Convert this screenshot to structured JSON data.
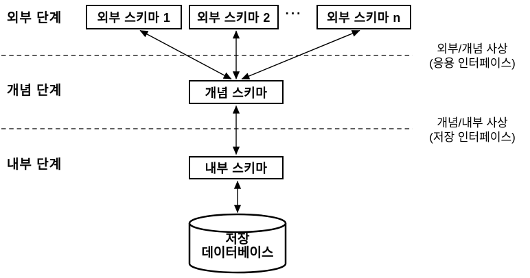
{
  "diagram": {
    "background": "#ffffff",
    "line_color": "#000000",
    "levels": [
      {
        "label": "외부 단계"
      },
      {
        "label": "개념 단계"
      },
      {
        "label": "내부 단계"
      }
    ],
    "external_schemas": [
      {
        "label": "외부 스키마 1"
      },
      {
        "label": "외부 스키마 2"
      },
      {
        "label": "외부 스키마 n"
      }
    ],
    "ellipsis": "···",
    "conceptual_schema": {
      "label": "개념 스키마"
    },
    "internal_schema": {
      "label": "내부 스키마"
    },
    "database": {
      "line1": "저장",
      "line2": "데이터베이스"
    },
    "mappings": [
      {
        "line1": "외부/개념 사상",
        "line2": "(응용 인터페이스)"
      },
      {
        "line1": "개념/내부 사상",
        "line2": "(저장 인터페이스)"
      }
    ]
  }
}
